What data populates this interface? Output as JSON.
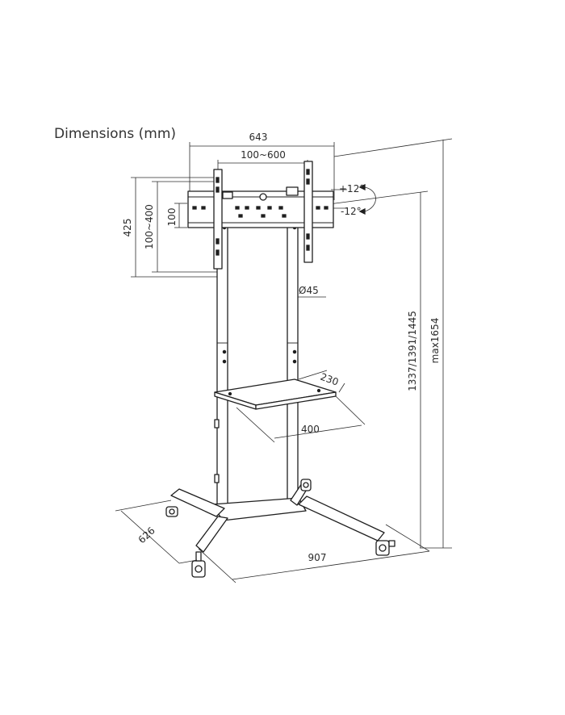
{
  "title": "Dimensions (mm)",
  "dimensions": {
    "width_overall": "643",
    "vesa_horizontal": "100~600",
    "height_bracket": "425",
    "vesa_vertical": "100~400",
    "vesa_min": "100",
    "tilt_up": "+12°",
    "tilt_down": "-12°",
    "pole_diameter": "Ø45",
    "shelf_depth": "230",
    "shelf_width": "400",
    "base_depth": "626",
    "base_width": "907",
    "height_levels": "1337/1391/1445",
    "height_max": "max1654"
  }
}
